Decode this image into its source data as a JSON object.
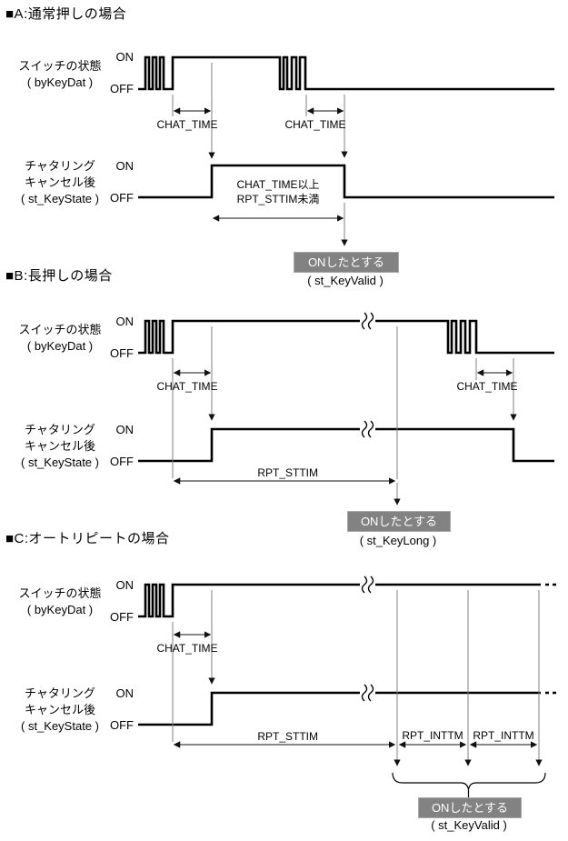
{
  "labels": {
    "on": "ON",
    "off": "OFF",
    "sw1": "スイッチの状態",
    "sw2": "( byKeyDat )",
    "ch1": "チャタリング",
    "ch2": "キャンセル後",
    "ch3": "( st_KeyState )",
    "chat_time": "CHAT_TIME",
    "chat_time_min": "CHAT_TIME以上",
    "rpt_sttim_max": "RPT_STTIM未満",
    "rpt_sttim": "RPT_STTIM",
    "rpt_inttm": "RPT_INTTM",
    "result_on": "ONしたとする"
  },
  "sections": {
    "a": {
      "title": "■A:通常押しの場合",
      "result_var": "( st_KeyValid )"
    },
    "b": {
      "title": "■B:長押しの場合",
      "result_var": "( st_KeyLong )"
    },
    "c": {
      "title": "■C:オートリピートの場合",
      "result_var": "( st_KeyValid )"
    }
  },
  "colors": {
    "waveform": "#000000",
    "guide": "#808080",
    "result_box_bg": "#828282",
    "result_box_text": "#ffffff",
    "text": "#000000"
  },
  "diagram_data": {
    "type": "timing-diagram",
    "sections": [
      {
        "id": "A",
        "title": "■A:通常押しの場合",
        "signals": [
          "スイッチの状態 ( byKeyDat )",
          "チャタリング キャンセル後 ( st_KeyState )"
        ],
        "levels": [
          "ON",
          "OFF"
        ],
        "annotations": [
          "CHAT_TIME",
          "CHAT_TIME",
          "CHAT_TIME以上 RPT_STTIM未満"
        ],
        "behavior": "byKeyDat chatters then ON, chatters then OFF; st_KeyState turns ON CHAT_TIME after chatter end and OFF CHAT_TIME after release chatter end",
        "result": "ONしたとする ( st_KeyValid )"
      },
      {
        "id": "B",
        "title": "■B:長押しの場合",
        "signals": [
          "スイッチの状態 ( byKeyDat )",
          "チャタリング キャンセル後 ( st_KeyState )"
        ],
        "levels": [
          "ON",
          "OFF"
        ],
        "annotations": [
          "CHAT_TIME",
          "CHAT_TIME",
          "RPT_STTIM"
        ],
        "behavior": "long press with time-axis break; when ON duration reaches RPT_STTIM the long-press event fires",
        "result": "ONしたとする ( st_KeyLong )"
      },
      {
        "id": "C",
        "title": "■C:オートリピートの場合",
        "signals": [
          "スイッチの状態 ( byKeyDat )",
          "チャタリング キャンセル後 ( st_KeyState )"
        ],
        "levels": [
          "ON",
          "OFF"
        ],
        "annotations": [
          "CHAT_TIME",
          "RPT_STTIM",
          "RPT_INTTM",
          "RPT_INTTM"
        ],
        "behavior": "held key: first event after RPT_STTIM, then repeated events every RPT_INTTM (repeat arrows grouped by brace)",
        "result": "ONしたとする ( st_KeyValid )"
      }
    ]
  }
}
